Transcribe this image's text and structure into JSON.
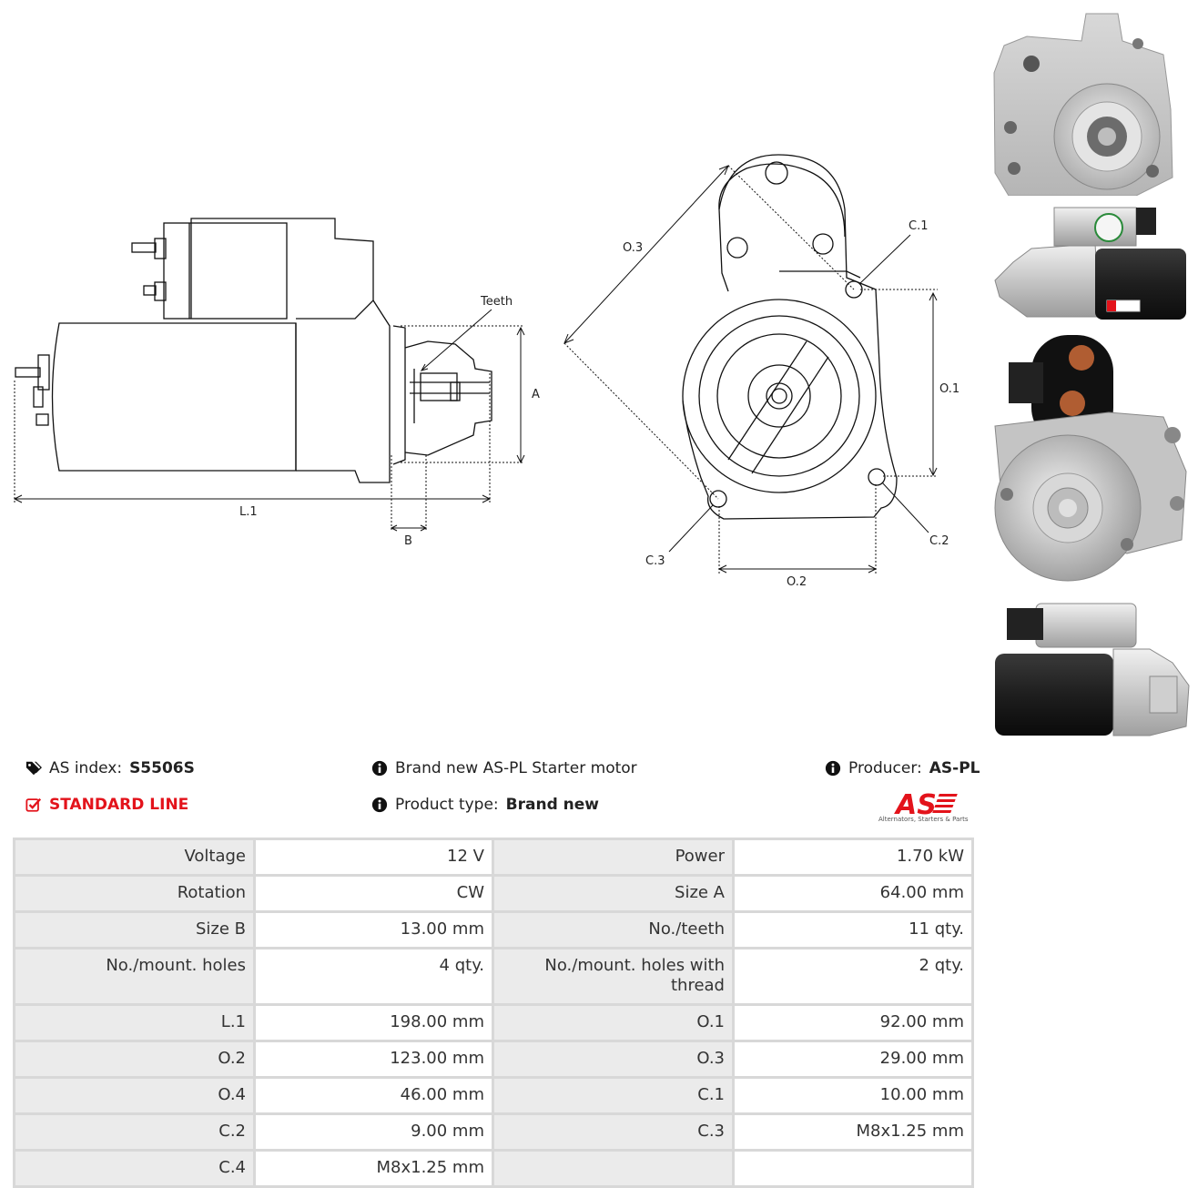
{
  "drawing_labels": {
    "teeth": "Teeth",
    "a": "A",
    "b": "B",
    "l1": "L.1",
    "o1": "O.1",
    "o2": "O.2",
    "o3": "O.3",
    "c1": "C.1",
    "c2": "C.2",
    "c3": "C.3"
  },
  "info": {
    "as_index_label": "AS index:",
    "as_index_value": "S5506S",
    "line": "STANDARD LINE",
    "brand_text": "Brand new AS-PL Starter motor",
    "product_type_label": "Product type:",
    "product_type_value": "Brand new",
    "producer_label": "Producer:",
    "producer_value": "AS-PL"
  },
  "logo": {
    "text": "AS",
    "tagline": "Alternators, Starters & Parts",
    "color": "#e3131b"
  },
  "specs": [
    [
      {
        "label": "Voltage",
        "value": "12 V"
      },
      {
        "label": "Power",
        "value": "1.70 kW"
      }
    ],
    [
      {
        "label": "Rotation",
        "value": "CW"
      },
      {
        "label": "Size A",
        "value": "64.00 mm"
      }
    ],
    [
      {
        "label": "Size B",
        "value": "13.00 mm"
      },
      {
        "label": "No./teeth",
        "value": "11 qty."
      }
    ],
    [
      {
        "label": "No./mount. holes",
        "value": "4 qty."
      },
      {
        "label": "No./mount. holes with thread",
        "value": "2 qty."
      }
    ],
    [
      {
        "label": "L.1",
        "value": "198.00 mm"
      },
      {
        "label": "O.1",
        "value": "92.00 mm"
      }
    ],
    [
      {
        "label": "O.2",
        "value": "123.00 mm"
      },
      {
        "label": "O.3",
        "value": "29.00 mm"
      }
    ],
    [
      {
        "label": "O.4",
        "value": "46.00 mm"
      },
      {
        "label": "C.1",
        "value": "10.00 mm"
      }
    ],
    [
      {
        "label": "C.2",
        "value": "9.00 mm"
      },
      {
        "label": "C.3",
        "value": "M8x1.25 mm"
      }
    ],
    [
      {
        "label": "C.4",
        "value": "M8x1.25 mm"
      },
      {
        "label": "",
        "value": ""
      }
    ]
  ]
}
